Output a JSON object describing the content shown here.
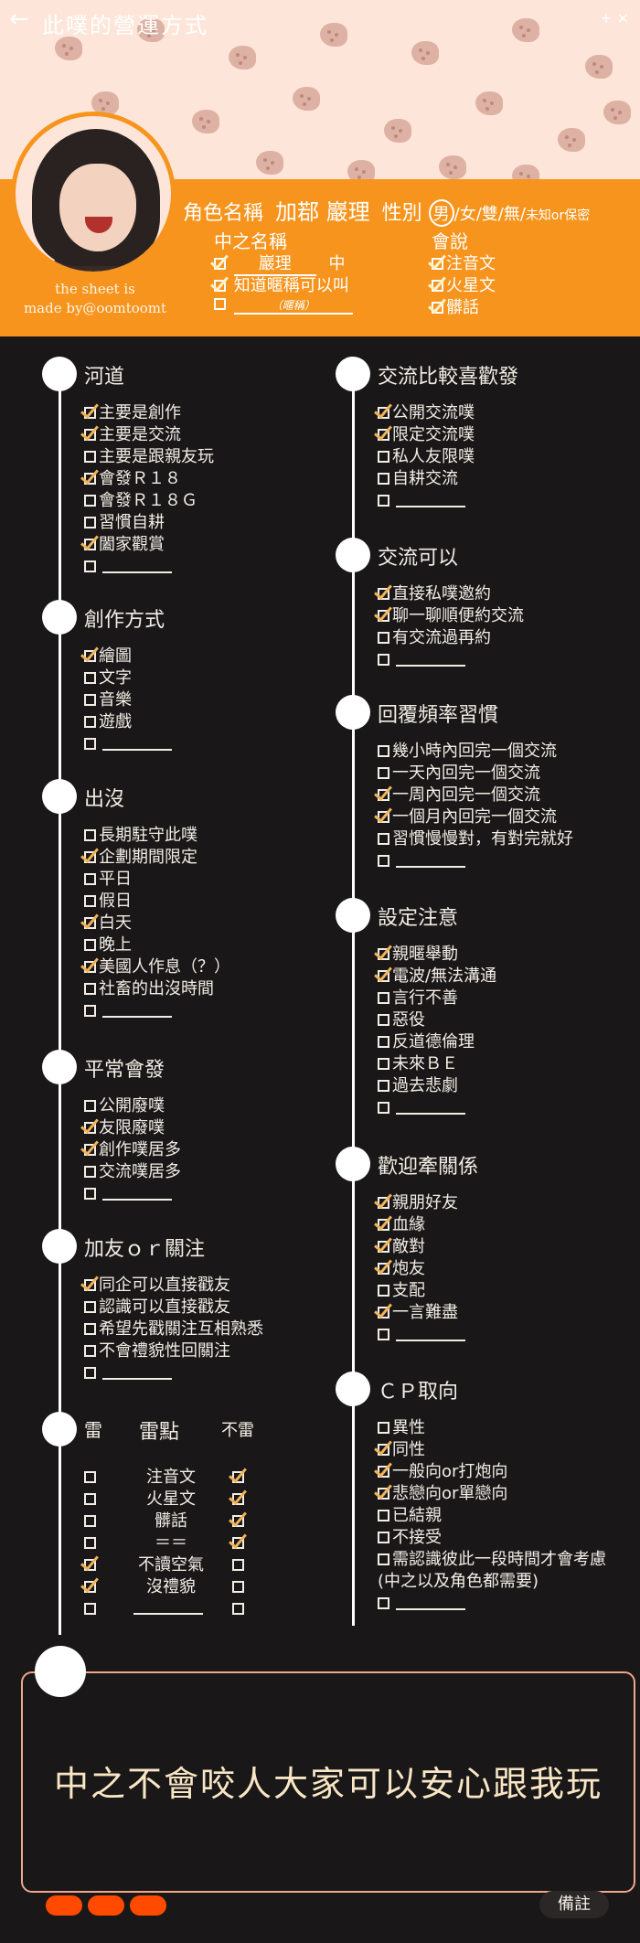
{
  "topbar": {
    "back_icon": "←",
    "title": "此噗的營運方式",
    "right_text": "+ ×"
  },
  "credit": {
    "line1": "the sheet is",
    "line2": "made by@oomtoomt"
  },
  "profile": {
    "name_label": "角色名稱",
    "name_value": "加鄀 巖理",
    "gender_label": "性別",
    "gender_selected": "男",
    "gender_rest": "/女/雙/無/",
    "gender_tail": "未知or保密",
    "pl_title": "中之名稱",
    "pl_name": "巖理",
    "pl_suffix": "中",
    "pl_line2": "知道暱稱可以叫",
    "pl_note": "（暱稱）",
    "speak_title": "會說",
    "speak_items": [
      "注音文",
      "火星文",
      "髒話"
    ]
  },
  "sections": {
    "hedao": {
      "title": "河道",
      "items": [
        "主要是創作",
        "主要是交流",
        "主要是跟親友玩",
        "會發Ｒ１８",
        "會發Ｒ１８Ｇ",
        "習慣自耕",
        "闔家觀賞"
      ]
    },
    "create": {
      "title": "創作方式",
      "items": [
        "繪圖",
        "文字",
        "音樂",
        "遊戲"
      ]
    },
    "appear": {
      "title": "出沒",
      "items": [
        "長期駐守此噗",
        "企劃期間限定",
        "平日",
        "假日",
        "白天",
        "晚上",
        "美國人作息（？）",
        "社畜的出沒時間"
      ]
    },
    "post": {
      "title": "平常會發",
      "items": [
        "公開廢噗",
        "友限廢噗",
        "創作噗居多",
        "交流噗居多"
      ]
    },
    "friend": {
      "title": "加友ｏｒ關注",
      "items": [
        "同企可以直接戳友",
        "認識可以直接戳友",
        "希望先戳關注互相熟悉",
        "不會禮貌性回關注"
      ]
    },
    "mine": {
      "title": "雷",
      "center": "雷點",
      "right": "不雷",
      "rows": [
        "注音文",
        "火星文",
        "髒話",
        "＝＝",
        "不讀空氣",
        "沒禮貌"
      ]
    },
    "exchange": {
      "title": "交流比較喜歡發",
      "items": [
        "公開交流噗",
        "限定交流噗",
        "私人友限噗",
        "自耕交流"
      ]
    },
    "canex": {
      "title": "交流可以",
      "items": [
        "直接私噗邀約",
        "聊一聊順便約交流",
        "有交流過再約"
      ]
    },
    "reply": {
      "title": "回覆頻率習慣",
      "items": [
        "幾小時內回完一個交流",
        "一天內回完一個交流",
        "一周內回完一個交流",
        "一個月內回完一個交流",
        "習慣慢慢對，有對完就好"
      ]
    },
    "setting": {
      "title": "設定注意",
      "items": [
        "親暱舉動",
        "電波/無法溝通",
        "言行不善",
        "惡役",
        "反道德倫理",
        "未來ＢＥ",
        "過去悲劇"
      ]
    },
    "relation": {
      "title": "歡迎牽關係",
      "items": [
        "親朋好友",
        "血緣",
        "敵對",
        "炮友",
        "支配",
        "一言難盡"
      ]
    },
    "cp": {
      "title": "ＣＰ取向",
      "items": [
        "異性",
        "同性",
        "一般向or打炮向",
        "悲戀向or單戀向",
        "已結親",
        "不接受",
        "需認識彼此一段時間才會考慮",
        "(中之以及角色都需要)"
      ]
    }
  },
  "comment": {
    "text": "中之不會咬人大家可以安心跟我玩",
    "remark_button": "備註"
  },
  "colors": {
    "accent_orange": "#f7941d",
    "background": "#191717",
    "check": "#f0b45a",
    "pill": "#ff4a00"
  }
}
